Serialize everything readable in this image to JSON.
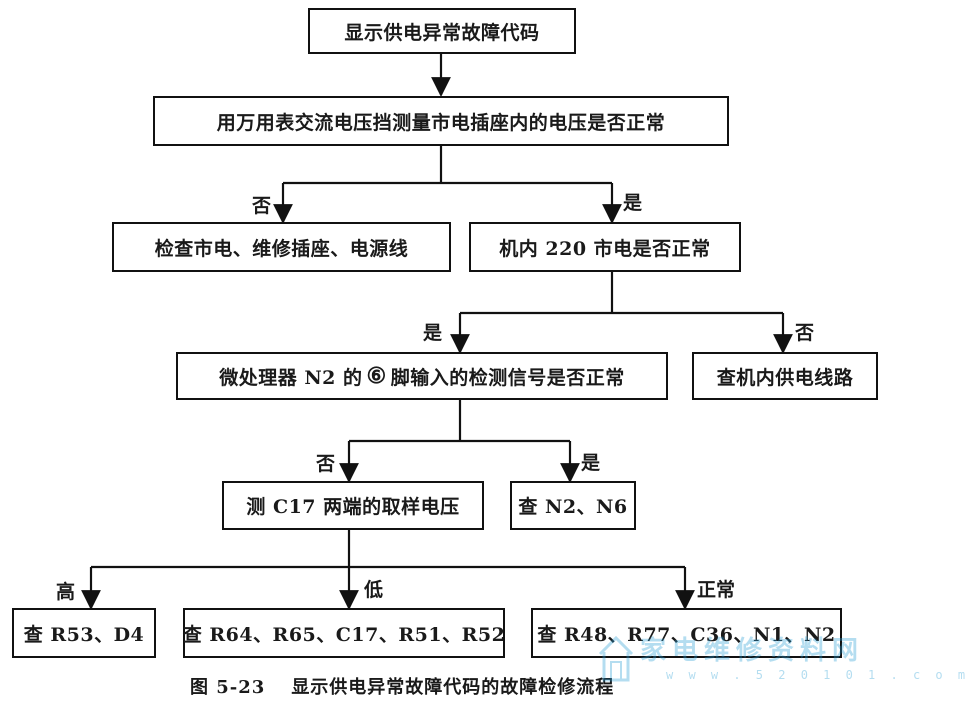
{
  "flowchart": {
    "start": "显示供电异常故障代码",
    "step1": "用万用表交流电压挡测量市电插座内的电压是否正常",
    "step1_no_label": "否",
    "step1_no_action": "检查市电、维修插座、电源线",
    "step1_yes_label": "是",
    "step2": "机内 220 市电是否正常",
    "step2_yes_label": "是",
    "step2_no_label": "否",
    "step2_no_action": "查机内供电线路",
    "step3_prefix": "微处理器 N2 的",
    "step3_pin": "⑥",
    "step3_suffix": "脚输入的检测信号是否正常",
    "step3_no_label": "否",
    "step3_yes_label": "是",
    "step3_yes_action": "查 N2、N6",
    "step4": "测 C17 两端的取样电压",
    "high_label": "高",
    "high_action": "查 R53、D4",
    "low_label": "低",
    "low_action": "查 R64、R65、C17、R51、R52",
    "normal_label": "正常",
    "normal_action": "查 R48、R77、C36、N1、N2"
  },
  "caption": {
    "number": "图 5-23",
    "title": "显示供电异常故障代码的故障检修流程"
  },
  "watermark": {
    "text": "家电维修资料网",
    "url": "w w w . 5 2 0 1 0 1 . c o m",
    "color": "#2a9fd6"
  }
}
